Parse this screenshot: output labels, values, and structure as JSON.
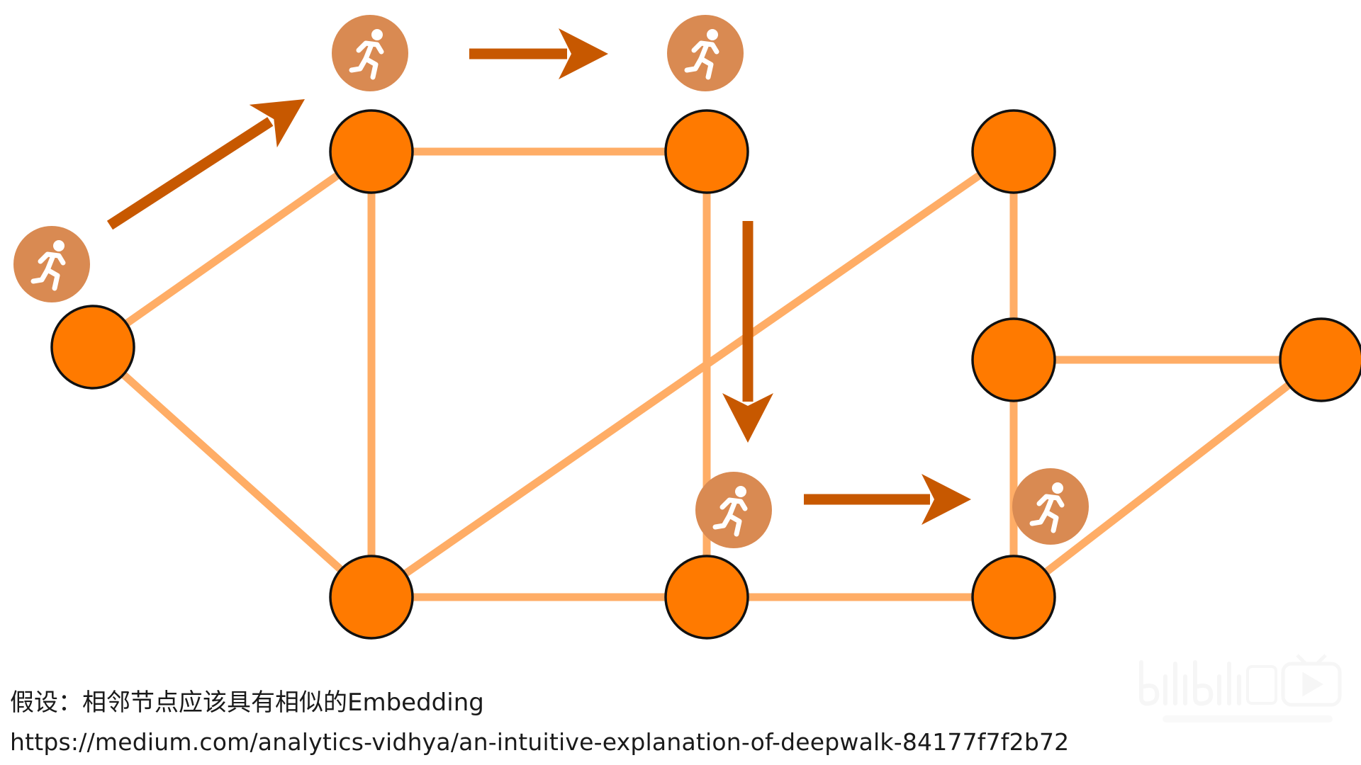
{
  "colors": {
    "node_fill": "#ff7a00",
    "node_stroke": "#111111",
    "edge": "#ffad66",
    "arrow": "#c75800",
    "walker_bg": "#d98a52",
    "walker_fg": "#ffffff"
  },
  "graph": {
    "nodes": [
      "n1",
      "n2",
      "n3",
      "n4",
      "n5",
      "n6",
      "n7",
      "n8",
      "n9"
    ],
    "edges": [
      [
        "n1",
        "n2"
      ],
      [
        "n1",
        "n5"
      ],
      [
        "n2",
        "n3"
      ],
      [
        "n2",
        "n5"
      ],
      [
        "n3",
        "n6"
      ],
      [
        "n4",
        "n8"
      ],
      [
        "n4",
        "n5"
      ],
      [
        "n5",
        "n6"
      ],
      [
        "n6",
        "n7"
      ],
      [
        "n7",
        "n8"
      ],
      [
        "n8",
        "n9"
      ],
      [
        "n9",
        "n7"
      ]
    ],
    "walk_path": [
      "n1",
      "n2",
      "n3",
      "n6",
      "n7"
    ]
  },
  "captions": {
    "hypothesis": "假设：相邻节点应该具有相似的Embedding",
    "source_url": "https://medium.com/analytics-vidhya/an-intuitive-explanation-of-deepwalk-84177f7f2b72"
  },
  "watermark": {
    "logo": "bilibili",
    "icon": "tv-icon"
  }
}
